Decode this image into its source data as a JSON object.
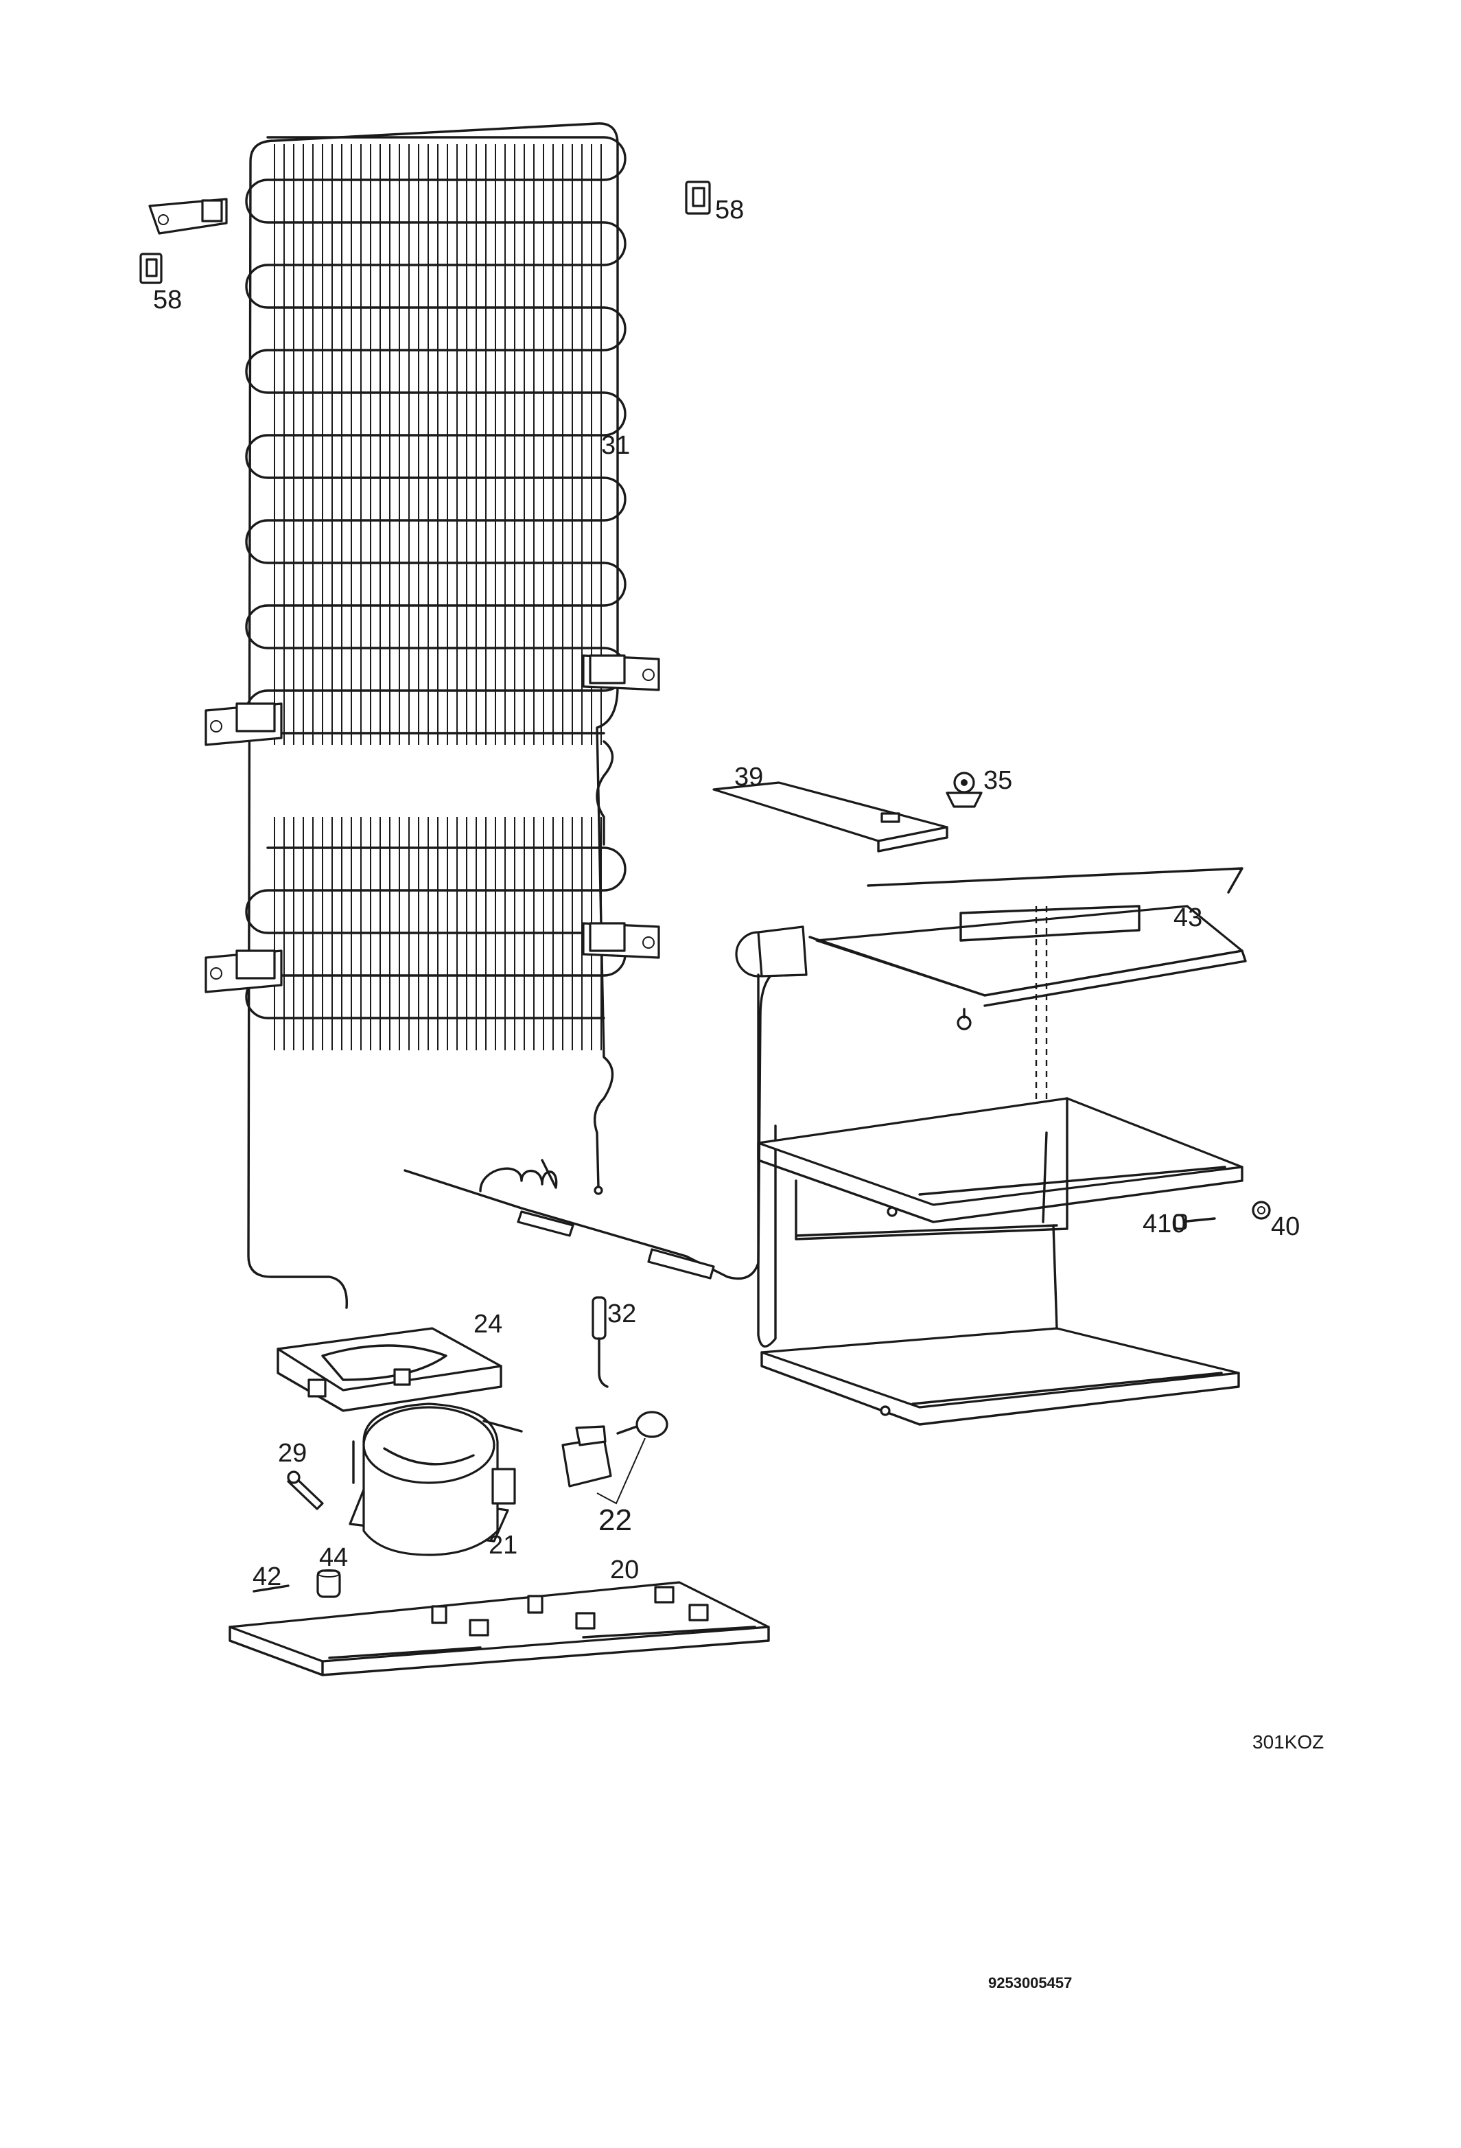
{
  "diagram": {
    "parts": [
      {
        "id": "p58a",
        "label": "58"
      },
      {
        "id": "p58b",
        "label": "58"
      },
      {
        "id": "p31",
        "label": "31"
      },
      {
        "id": "p39",
        "label": "39"
      },
      {
        "id": "p35",
        "label": "35"
      },
      {
        "id": "p43",
        "label": "43"
      },
      {
        "id": "p410",
        "label": "410"
      },
      {
        "id": "p40",
        "label": "40"
      },
      {
        "id": "p24",
        "label": "24"
      },
      {
        "id": "p32",
        "label": "32"
      },
      {
        "id": "p29",
        "label": "29"
      },
      {
        "id": "p22",
        "label": "22"
      },
      {
        "id": "p21",
        "label": "21"
      },
      {
        "id": "p44",
        "label": "44"
      },
      {
        "id": "p42",
        "label": "42"
      },
      {
        "id": "p20",
        "label": "20"
      }
    ],
    "drawing_code": "301KOZ",
    "document_number": "9253005457"
  }
}
